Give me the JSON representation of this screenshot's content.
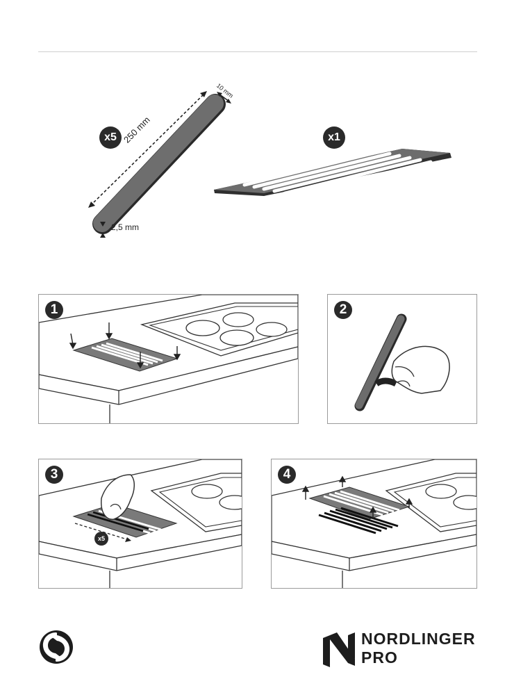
{
  "parts": {
    "strip": {
      "count": "x5",
      "length": "250 mm",
      "width": "10 mm",
      "thickness": "2,5 mm"
    },
    "template": {
      "count": "x1"
    }
  },
  "steps": [
    {
      "number": "1"
    },
    {
      "number": "2"
    },
    {
      "number": "3",
      "repeat": "x5"
    },
    {
      "number": "4"
    }
  ],
  "brand": {
    "line1": "NORDLINGER",
    "line2": "PRO"
  },
  "icons": [
    "green-dot-recycling-icon",
    "nordlinger-logo-icon"
  ]
}
